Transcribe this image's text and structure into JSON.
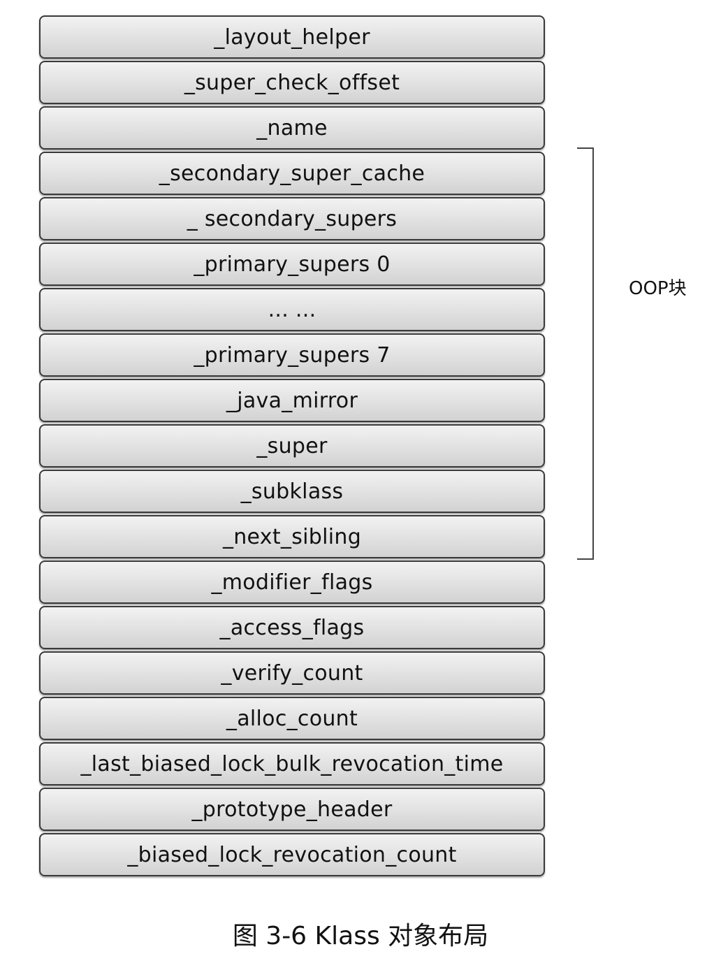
{
  "fields": [
    "_layout_helper",
    "_super_check_offset",
    "_name",
    "_secondary_super_cache",
    "_ secondary_supers",
    "_primary_supers 0",
    "... ...",
    "_primary_supers 7",
    "_java_mirror",
    "_super",
    "_subklass",
    "_next_sibling",
    "_modifier_flags",
    "_access_flags",
    "_verify_count",
    "_alloc_count",
    "_last_biased_lock_bulk_revocation_time",
    "_prototype_header",
    "_biased_lock_revocation_count"
  ],
  "bracket_label": "OOP块",
  "caption": "图 3-6 Klass 对象布局"
}
